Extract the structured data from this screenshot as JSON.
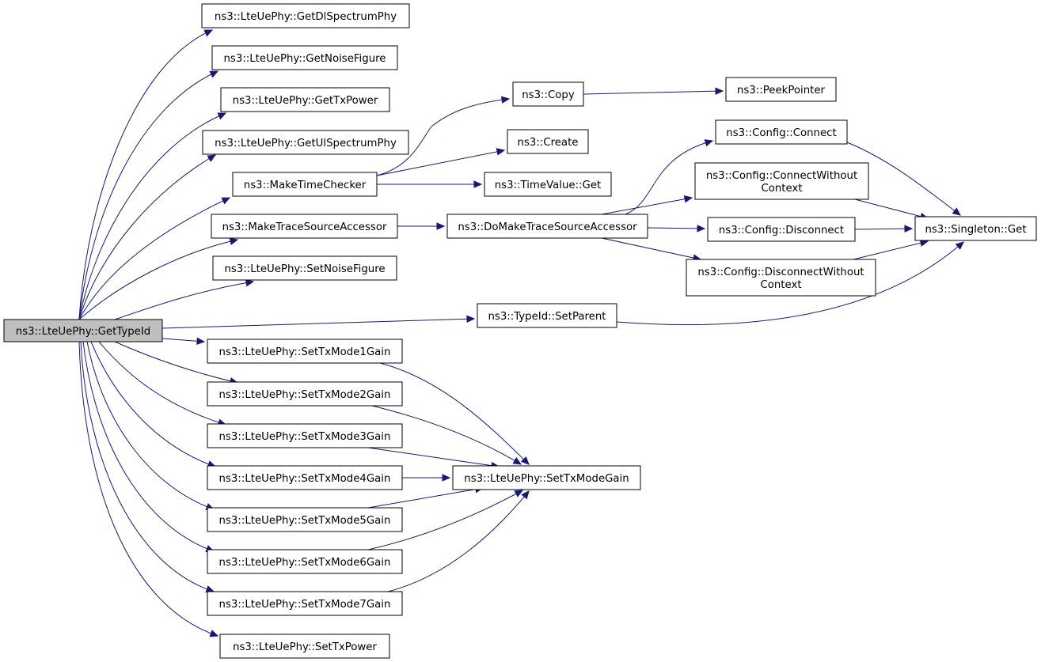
{
  "graph": {
    "edge_color": "#191970",
    "root_fill": "#bfbfbf",
    "nodes": {
      "get_type_id": [
        "ns3::LteUePhy::GetTypeId"
      ],
      "get_dl_spectrum_phy": [
        "ns3::LteUePhy::GetDlSpectrumPhy"
      ],
      "get_noise_figure": [
        "ns3::LteUePhy::GetNoiseFigure"
      ],
      "get_tx_power": [
        "ns3::LteUePhy::GetTxPower"
      ],
      "get_ul_spectrum_phy": [
        "ns3::LteUePhy::GetUlSpectrumPhy"
      ],
      "make_time_checker": [
        "ns3::MakeTimeChecker"
      ],
      "make_trace_source_accessor": [
        "ns3::MakeTraceSourceAccessor"
      ],
      "set_noise_figure": [
        "ns3::LteUePhy::SetNoiseFigure"
      ],
      "set_tx_mode1_gain": [
        "ns3::LteUePhy::SetTxMode1Gain"
      ],
      "set_tx_mode2_gain": [
        "ns3::LteUePhy::SetTxMode2Gain"
      ],
      "set_tx_mode3_gain": [
        "ns3::LteUePhy::SetTxMode3Gain"
      ],
      "set_tx_mode4_gain": [
        "ns3::LteUePhy::SetTxMode4Gain"
      ],
      "set_tx_mode5_gain": [
        "ns3::LteUePhy::SetTxMode5Gain"
      ],
      "set_tx_mode6_gain": [
        "ns3::LteUePhy::SetTxMode6Gain"
      ],
      "set_tx_mode7_gain": [
        "ns3::LteUePhy::SetTxMode7Gain"
      ],
      "set_tx_power": [
        "ns3::LteUePhy::SetTxPower"
      ],
      "copy": [
        "ns3::Copy"
      ],
      "peek_pointer": [
        "ns3::PeekPointer"
      ],
      "create": [
        "ns3::Create"
      ],
      "time_value_get": [
        "ns3::TimeValue::Get"
      ],
      "do_make_trace_source_accessor": [
        "ns3::DoMakeTraceSourceAccessor"
      ],
      "config_connect": [
        "ns3::Config::Connect"
      ],
      "config_connect_without_context": [
        "ns3::Config::ConnectWithout",
        "Context"
      ],
      "config_disconnect": [
        "ns3::Config::Disconnect"
      ],
      "config_disconnect_without_context": [
        "ns3::Config::DisconnectWithout",
        "Context"
      ],
      "singleton_get": [
        "ns3::Singleton::Get"
      ],
      "type_id_set_parent": [
        "ns3::TypeId::SetParent"
      ],
      "set_tx_mode_gain": [
        "ns3::LteUePhy::SetTxModeGain"
      ]
    }
  }
}
